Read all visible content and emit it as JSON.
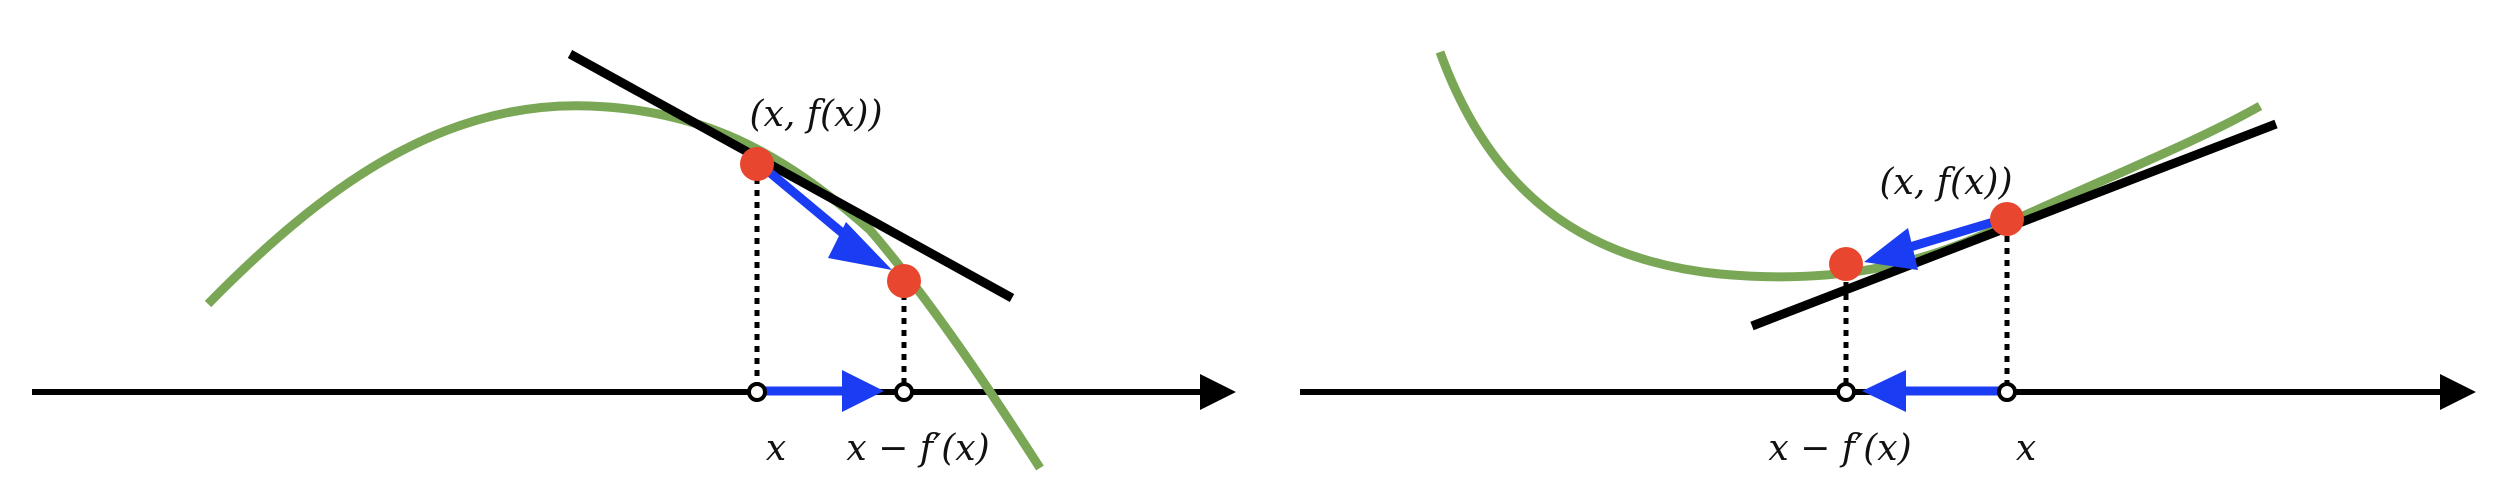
{
  "colors": {
    "curve": "#7aa756",
    "line": "#000000",
    "point": "#e8462e",
    "arrow": "#1a3cf2"
  },
  "panels": [
    {
      "id": "concave",
      "point_label": "(x, f(x))",
      "x_label": "x",
      "step_label": "x − f′(x)"
    },
    {
      "id": "convex",
      "point_label": "(x, f(x))",
      "x_label": "x",
      "step_label": "x − f′(x)"
    }
  ]
}
